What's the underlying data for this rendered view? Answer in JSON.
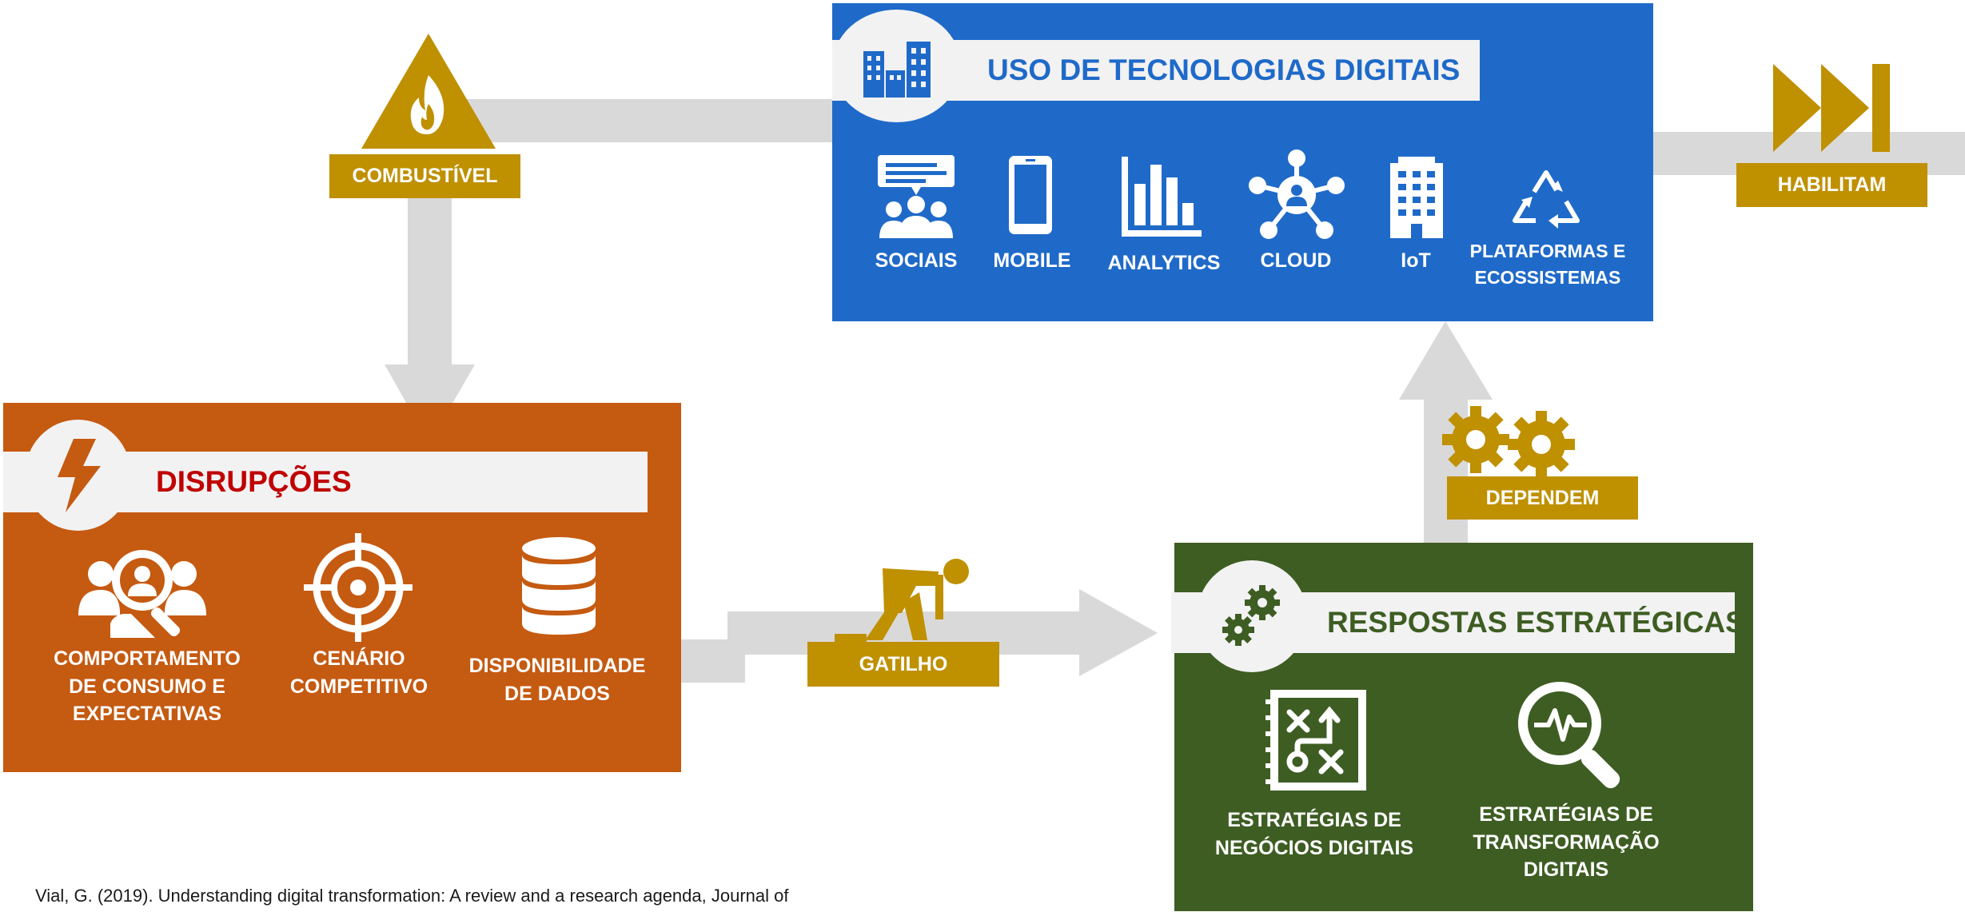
{
  "colors": {
    "tech_blue": "#1f6ac9",
    "disruption_orange": "#c55a11",
    "strategy_green": "#3e5d23",
    "gold": "#bf9000",
    "connector_gray": "#d9d9d9",
    "title_bar_bg": "#f2f2f2"
  },
  "technologies": {
    "title": "USO DE TECNOLOGIAS DIGITAIS",
    "items": [
      {
        "label": "SOCIAIS",
        "icon": "social-chat-icon"
      },
      {
        "label": "MOBILE",
        "icon": "smartphone-icon"
      },
      {
        "label": "ANALYTICS",
        "icon": "bar-chart-icon"
      },
      {
        "label": "CLOUD",
        "icon": "network-hub-icon"
      },
      {
        "label": "IoT",
        "icon": "building-icon"
      },
      {
        "label_line1": "PLATAFORMAS E",
        "label_line2": "ECOSSISTEMAS",
        "icon": "recycle-icon"
      }
    ]
  },
  "disruptions": {
    "title": "DISRUPÇÕES",
    "items": [
      {
        "label_line1": "COMPORTAMENTO",
        "label_line2": "DE CONSUMO E",
        "label_line3": "EXPECTATIVAS",
        "icon": "people-search-icon"
      },
      {
        "label_line1": "CENÁRIO",
        "label_line2": "COMPETITIVO",
        "icon": "target-icon"
      },
      {
        "label_line1": "DISPONIBILIDADE",
        "label_line2": "DE DADOS",
        "icon": "database-icon"
      }
    ]
  },
  "strategies": {
    "title": "RESPOSTAS ESTRATÉGICAS",
    "items": [
      {
        "label_line1": "ESTRATÉGIAS DE",
        "label_line2": "NEGÓCIOS DIGITAIS",
        "icon": "strategy-board-icon"
      },
      {
        "label_line1": "ESTRATÉGIAS DE",
        "label_line2": "TRANSFORMAÇÃO",
        "label_line3": "DIGITAIS",
        "icon": "magnifier-pulse-icon"
      }
    ]
  },
  "connectors": {
    "combustivel": "COMBUSTÍVEL",
    "gatilho": "GATILHO",
    "dependem": "DEPENDEM",
    "habilitam": "HABILITAM"
  },
  "citation": "Vial, G. (2019). Understanding digital transformation: A review and a research agenda, Journal of"
}
